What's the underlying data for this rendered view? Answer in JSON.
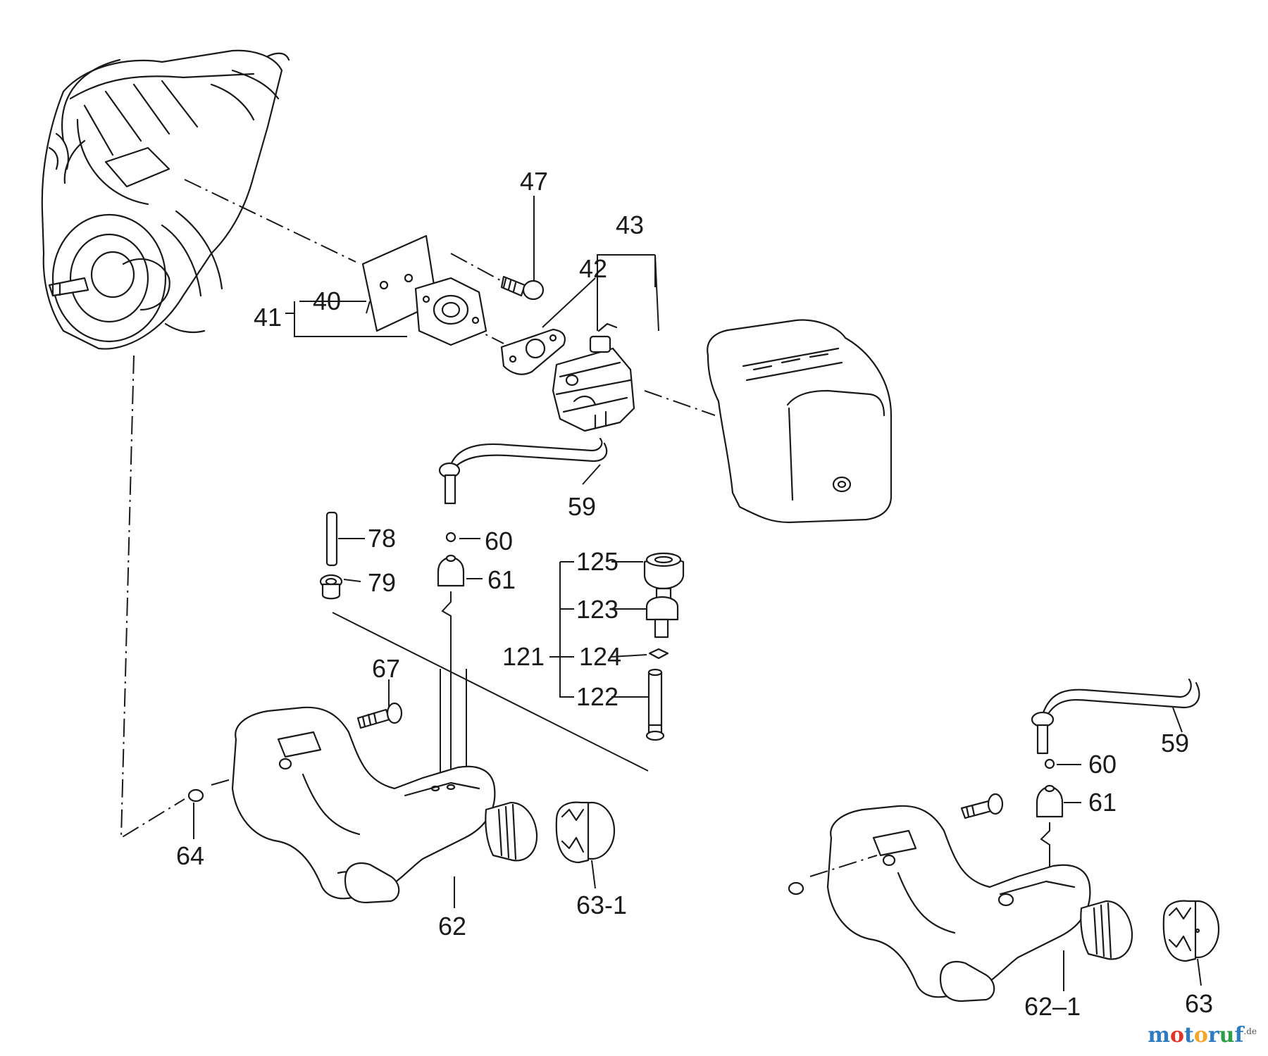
{
  "labels": {
    "l47": "47",
    "l43": "43",
    "l42": "42",
    "l40": "40",
    "l41": "41",
    "l59a": "59",
    "l78": "78",
    "l60a": "60",
    "l61a": "61",
    "l79": "79",
    "l125": "125",
    "l123": "123",
    "l121": "121",
    "l124": "124",
    "l122": "122",
    "l67": "67",
    "l64": "64",
    "l62": "62",
    "l63_1": "63-1",
    "l59b": "59",
    "l60b": "60",
    "l61b": "61",
    "l63": "63",
    "l62_1": "62–1"
  },
  "watermark": {
    "letters": [
      "m",
      "o",
      "t",
      "o",
      "r",
      "u",
      "f"
    ],
    "colors": [
      "#2e7bbf",
      "#e0352b",
      "#2e7bbf",
      "#f2a72b",
      "#2e7bbf",
      "#2e9e48",
      "#2e7bbf"
    ],
    "suffix": ".de"
  }
}
